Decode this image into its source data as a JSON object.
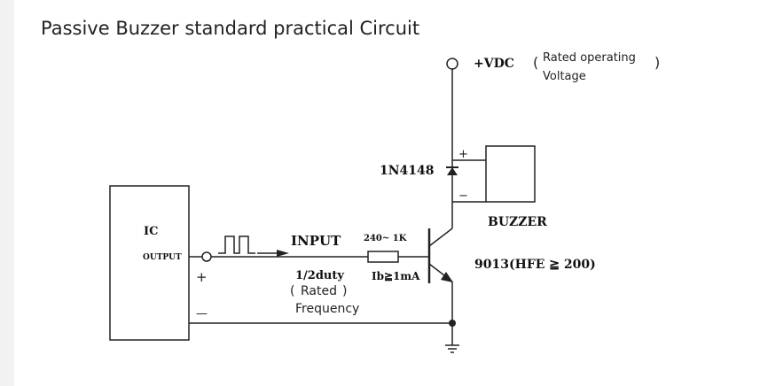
{
  "title": "Passive Buzzer standard practical Circuit",
  "labels": {
    "vdc": "+VDC",
    "rated_operating": "Rated operating",
    "voltage": "Voltage",
    "paren_open_1": "(",
    "paren_close_1": ")",
    "diode": "1N4148",
    "plus_top": "+",
    "minus_top": "−",
    "buzzer": "BUZZER",
    "ic": "IC",
    "output": "OUTPUT",
    "input": "INPUT",
    "resistor": "240~ 1K",
    "transistor": "9013(HFE ≧ 200)",
    "duty": "1/2duty",
    "rated": "Rated",
    "paren_open_2": "(",
    "paren_close_2": ")",
    "frequency": "Frequency",
    "ib": "Ib≧1mA",
    "plus_ic": "+",
    "minus_ic": "—"
  },
  "colors": {
    "line": "#222222",
    "sidebar": "#f2f2f2"
  }
}
